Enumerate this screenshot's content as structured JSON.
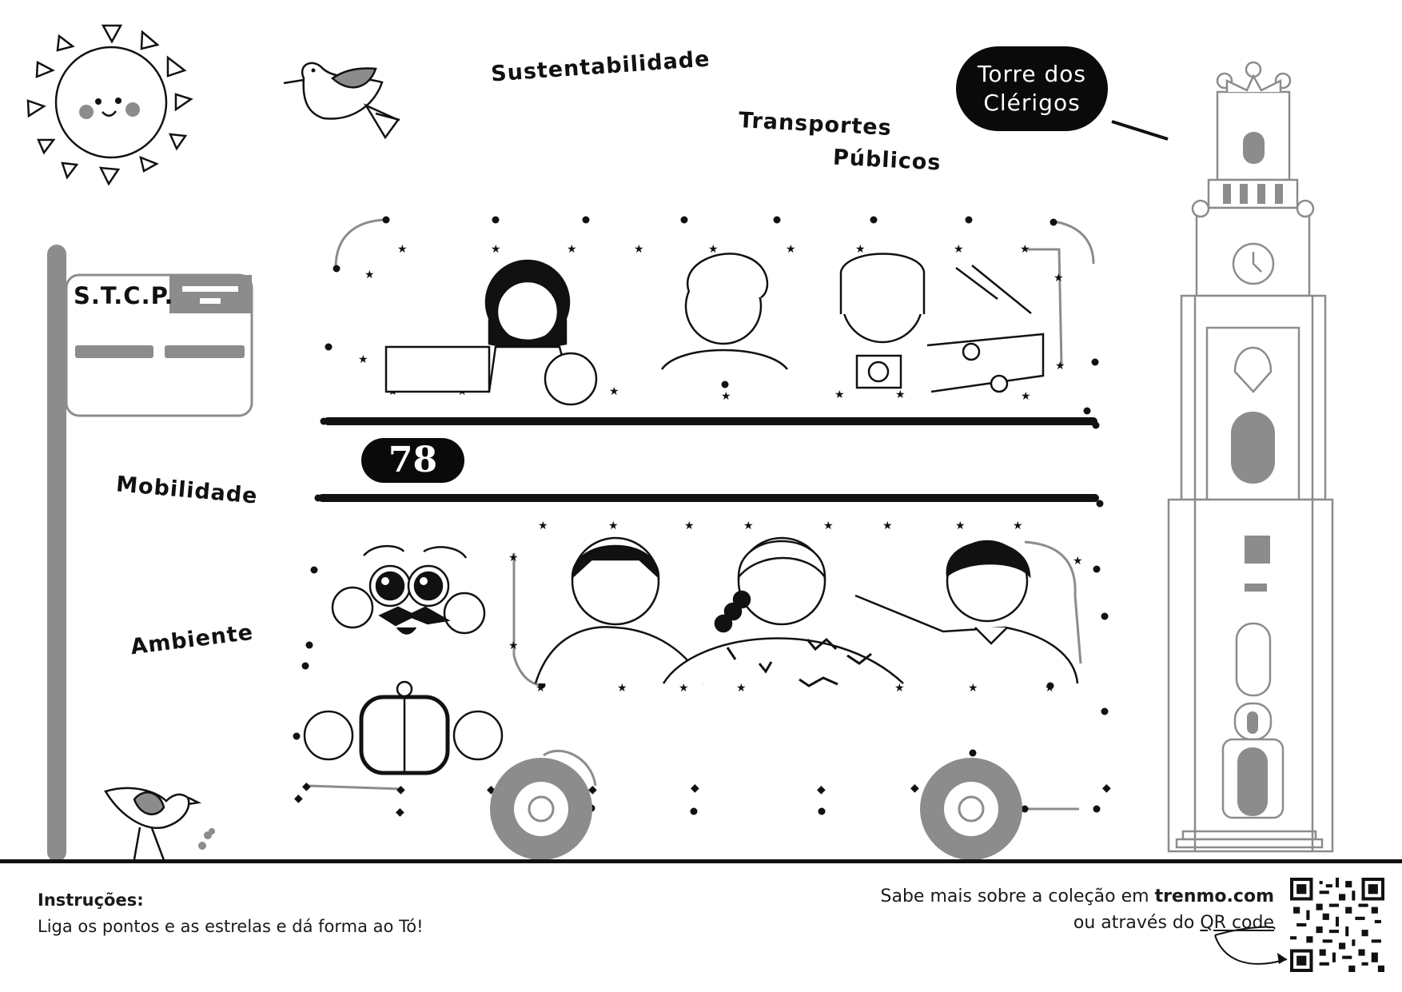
{
  "words": {
    "sustentabilidade": "Sustentabilidade",
    "transportes": "Transportes",
    "publicos": "Públicos",
    "mobilidade": "Mobilidade",
    "ambiente": "Ambiente"
  },
  "tower_bubble": {
    "line1": "Torre dos",
    "line2": "Clérigos"
  },
  "bus_stop": {
    "title": "S.T.C.P."
  },
  "bus": {
    "route_number": "78"
  },
  "footer": {
    "instructions_title": "Instruções:",
    "instructions_text": "Liga os pontos e as estrelas e dá forma ao Tó!",
    "more_prefix": "Sabe mais sobre a coleção em ",
    "more_link": "trenmo.com",
    "qr_line_prefix": "ou através do ",
    "qr_line_link": "QR code"
  },
  "colors": {
    "ink": "#111111",
    "grey": "#8c8c8c",
    "light_grey": "#bdbdbd",
    "background": "#ffffff"
  },
  "icons": [
    "sun-icon",
    "bird-icon",
    "bus-stop-sign",
    "clerigos-tower",
    "double-decker-bus",
    "qr-code"
  ]
}
